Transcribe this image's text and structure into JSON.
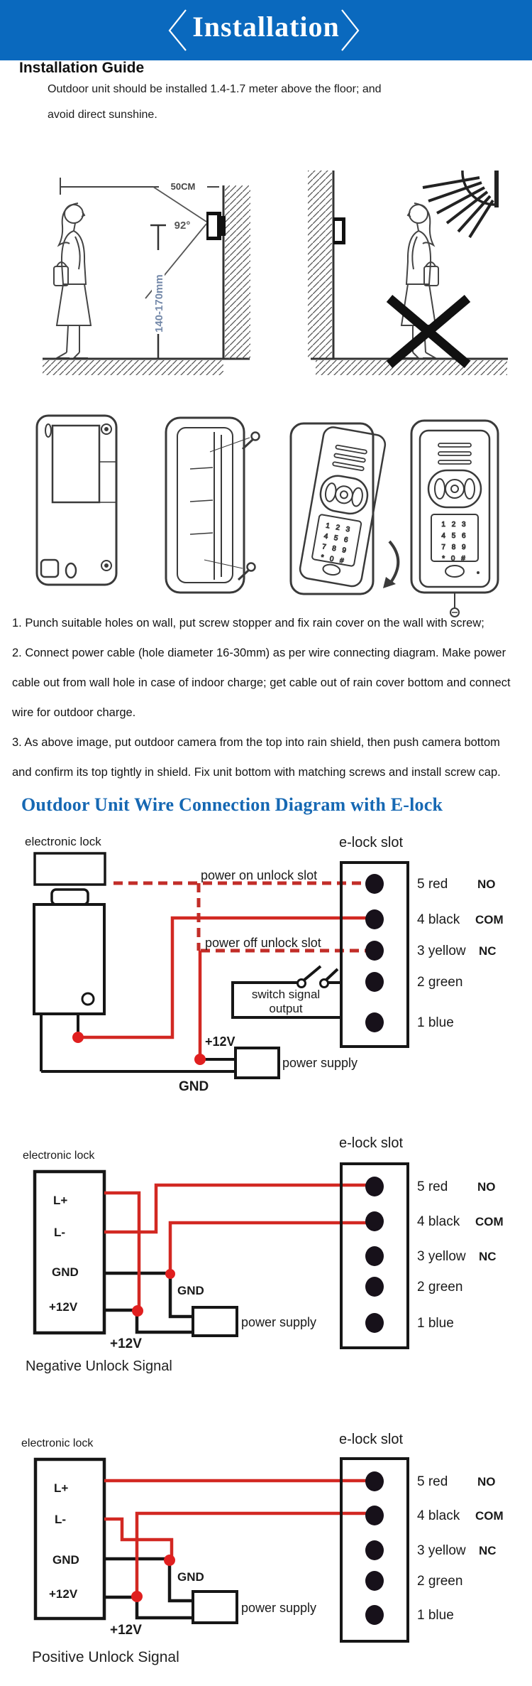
{
  "banner": {
    "title": "Installation",
    "bg": "#0a69be"
  },
  "guide": {
    "heading": "Installation Guide",
    "intro": [
      "Outdoor unit should be installed 1.4-1.7 meter above the floor; and",
      "avoid direct sunshine."
    ],
    "figure": {
      "width_dim": "50CM",
      "angle": "92°",
      "height_dim": "140-170mm"
    },
    "steps": [
      "1. Punch suitable holes on wall, put screw stopper and fix rain cover on the wall with screw;",
      "2. Connect power cable (hole diameter 16-30mm) as per wire connecting diagram. Make power",
      "cable out from wall hole in case of indoor charge; get cable out of rain cover bottom and connect",
      "wire for outdoor charge.",
      "3. As above image, put outdoor camera from the top into rain shield, then push camera bottom",
      "and confirm its top tightly in shield. Fix unit bottom with matching screws and install screw cap."
    ]
  },
  "products": {
    "keypad_rows": [
      "1 2 3",
      "4 5 6",
      "7 8 9",
      "* 0 #"
    ]
  },
  "wiring": {
    "heading": "Outdoor Unit Wire Connection Diagram with E-lock",
    "colors": {
      "red_wire": "#d22822",
      "heading_blue": "#1668b3",
      "banner_blue": "#0a69be",
      "dim_blue": "#7287a8"
    },
    "common": {
      "lock": "electronic lock",
      "slot": "e-lock slot",
      "psu": "power supply",
      "gnd": "GND",
      "v12": "+12V"
    },
    "pins": [
      {
        "label": "5 red",
        "role": "NO"
      },
      {
        "label": "4 black",
        "role": "COM"
      },
      {
        "label": "3 yellow",
        "role": "NC"
      },
      {
        "label": "2 green",
        "role": ""
      },
      {
        "label": "1 blue",
        "role": ""
      }
    ],
    "terminals": [
      "L+",
      "L-",
      "GND",
      "+12V"
    ],
    "diagram1": {
      "power_on": "power on unlock slot",
      "power_off": "power off unlock slot",
      "switch_line1": "switch signal",
      "switch_line2": "output"
    },
    "diagram2": {
      "caption": "Negative Unlock Signal"
    },
    "diagram3": {
      "caption": "Positive Unlock Signal"
    }
  }
}
